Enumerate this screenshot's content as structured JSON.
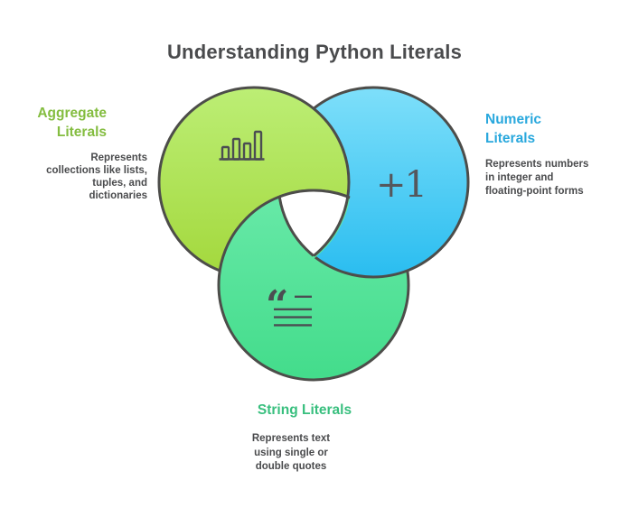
{
  "title": "Understanding Python Literals",
  "diagram": {
    "outline_color": "#4d4d4a",
    "icon_color": "#4b4d52",
    "aggregate": {
      "label": "Aggregate Literals",
      "label_color": "#84bd40",
      "description_lines": [
        "Represents",
        "collections like lists,",
        "tuples, and",
        "dictionaries"
      ],
      "circle_top_color": "#bcee75",
      "circle_bottom_color": "#a3d83c",
      "icon": "bar-chart-icon"
    },
    "numeric": {
      "label": "Numeric Literals",
      "label_color": "#29a8dd",
      "description_lines": [
        "Represents numbers",
        "in integer and",
        "floating-point forms"
      ],
      "circle_top_color": "#7edffa",
      "circle_bottom_color": "#2abdf0",
      "icon": "plus-one-icon",
      "icon_text": "+1",
      "icon_text_color": "#55575c"
    },
    "string": {
      "label": "String Literals",
      "label_color": "#38bf7e",
      "description_lines": [
        "Represents text",
        "using single or",
        "double quotes"
      ],
      "circle_top_color": "#68e9a8",
      "circle_bottom_color": "#43dc8b",
      "icon": "quote-text-icon",
      "quote_glyph": "“"
    },
    "text_color": "#4a4b4d"
  }
}
